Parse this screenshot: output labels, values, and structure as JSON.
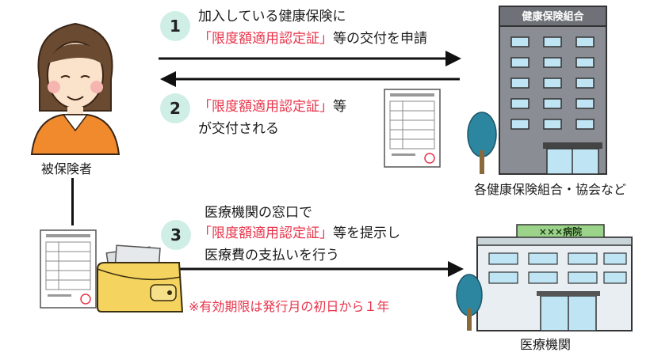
{
  "colors": {
    "accent_red": "#e8334a",
    "step_bg": "#cfeee6",
    "skin": "#fbe2cb",
    "hair": "#6b4a32",
    "shirt": "#f08a2c",
    "building": "#7c7f86",
    "window": "#bfe5f5",
    "tree": "#2d86a0",
    "wallet": "#f4d35e"
  },
  "actors": {
    "insured": "被保険者",
    "insurer": "各健康保険組合・協会など",
    "hospital": "医療機関"
  },
  "buildings": {
    "insurer_sign": "健康保険組合",
    "hospital_sign": "×××病院"
  },
  "steps": [
    {
      "num": "1",
      "line1": "加入している健康保険に",
      "line2_red": "「限度額適用認定証」",
      "line2_rest": "等の交付を申請"
    },
    {
      "num": "2",
      "line1_red": "「限度額適用認定証」",
      "line1_rest": "等",
      "line2": "が交付される"
    },
    {
      "num": "3",
      "line1": "医療機関の窓口で",
      "line2_red": "「限度額適用認定証」",
      "line2_rest": "等を提示し",
      "line3": "医療費の支払いを行う"
    }
  ],
  "note": "※有効期限は発行月の初日から１年",
  "icons": [
    "person-icon",
    "insurer-building-icon",
    "hospital-building-icon",
    "certificate-icon",
    "wallet-icon",
    "tree-icon"
  ]
}
